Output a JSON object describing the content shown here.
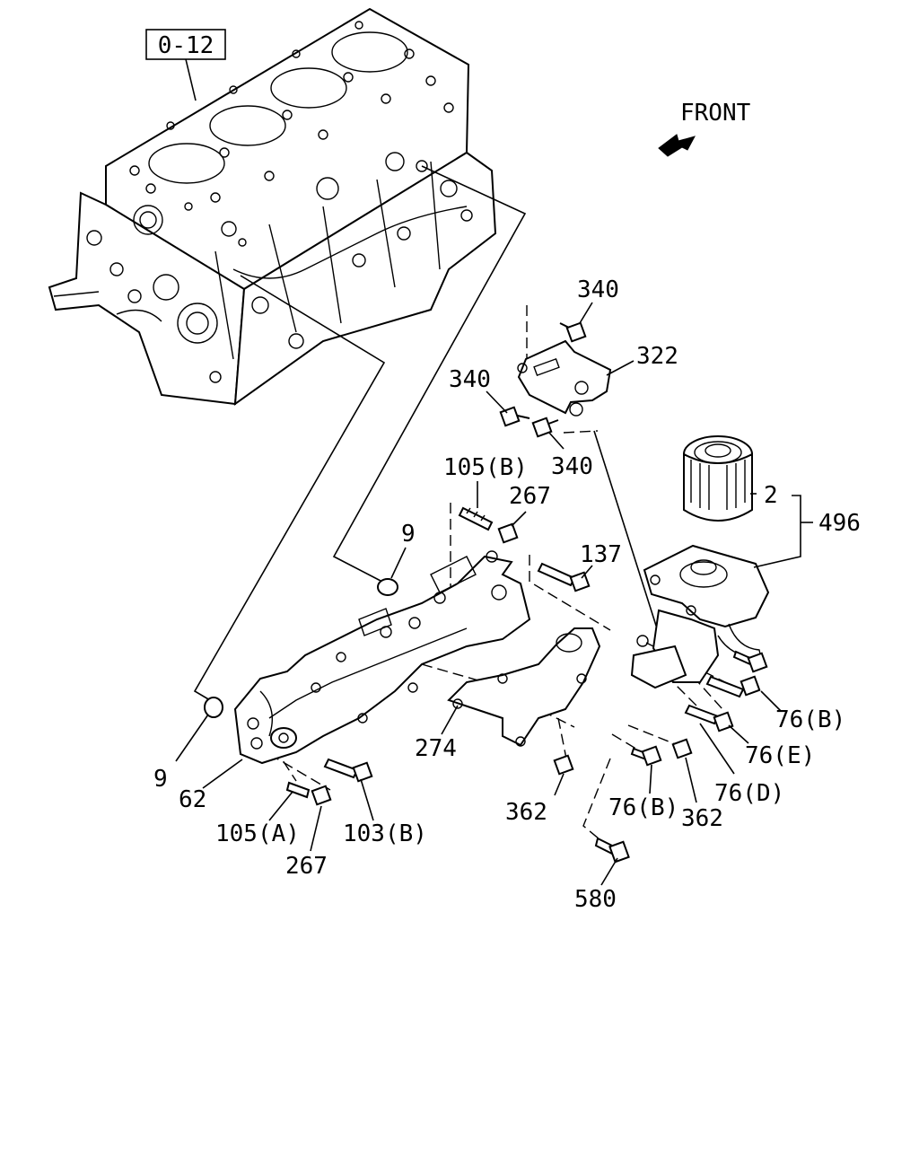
{
  "reference_box": "0-12",
  "front_label": "FRONT",
  "callouts": {
    "c340_top": "340",
    "c322": "322",
    "c340_left": "340",
    "c340_bottom": "340",
    "c105b": "105(B)",
    "c267_top": "267",
    "c2": "2",
    "c496": "496",
    "c9_top": "9",
    "c137": "137",
    "c76b_right": "76(B)",
    "c76e": "76(E)",
    "c76d": "76(D)",
    "c274": "274",
    "c9_left": "9",
    "c62": "62",
    "c105a": "105(A)",
    "c103b": "103(B)",
    "c267_bottom": "267",
    "c362_left": "362",
    "c76b_bottom": "76(B)",
    "c362_right": "362",
    "c580": "580"
  }
}
